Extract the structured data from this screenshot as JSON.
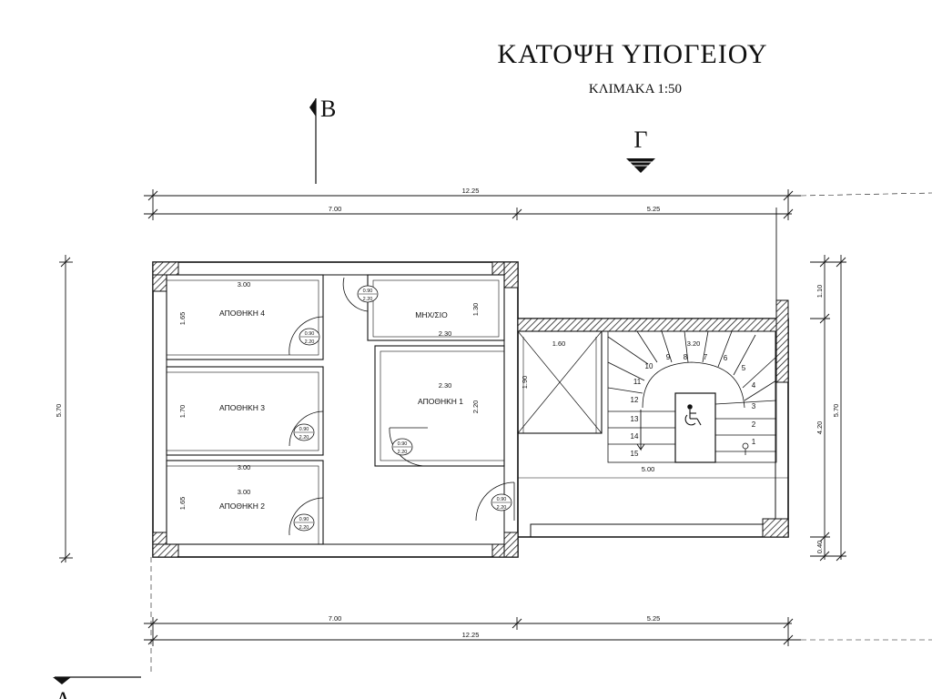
{
  "header": {
    "title": "ΚΑΤΟΨΗ ΥΠΟΓΕΙΟΥ",
    "scale": "ΚΛΙΜΑΚΑ 1:50"
  },
  "section_marks": {
    "b": "B",
    "g": "Γ",
    "a": "Α"
  },
  "dimensions": {
    "top_total": "12.25",
    "top_left": "7.00",
    "top_right": "5.25",
    "bottom_left": "7.00",
    "bottom_right": "5.25",
    "bottom_total": "12.25",
    "left_height": "5.70",
    "right_top": "1.10",
    "right_mid": "4.20",
    "right_bottom": "0.40",
    "right_total": "5.70",
    "store4_width": "3.00",
    "store4_height": "1.65",
    "store3_height": "1.70",
    "store2_width_a": "3.00",
    "store2_width_b": "3.00",
    "store2_height": "1.65",
    "mech_width": "2.30",
    "mech_height": "1.30",
    "store1_width": "2.30",
    "store1_height": "2.20",
    "shaft_width": "1.60",
    "shaft_height": "1.90",
    "stair_width": "3.20",
    "stair_run": "5.00"
  },
  "rooms": {
    "store4": "ΑΠΟΘΗΚΗ 4",
    "store3": "ΑΠΟΘΗΚΗ 3",
    "store2": "ΑΠΟΘΗΚΗ 2",
    "store1": "ΑΠΟΘΗΚΗ 1",
    "mech": "ΜΗΧ/ΣΙΟ"
  },
  "doors": {
    "mech": [
      "0.90",
      "2.20"
    ],
    "store4": [
      "0.90",
      "2.20"
    ],
    "store3": [
      "0.90",
      "2.20"
    ],
    "store1": [
      "0.90",
      "2.20"
    ],
    "store2": [
      "0.90",
      "2.20"
    ],
    "exit": [
      "0.90",
      "2.20"
    ]
  },
  "stair": {
    "steps": [
      "1",
      "2",
      "3",
      "4",
      "5",
      "6",
      "7",
      "8",
      "9",
      "10",
      "11",
      "12",
      "13",
      "14",
      "15"
    ],
    "accessibility_icon": "wheelchair-icon"
  },
  "colors": {
    "line": "#111111",
    "hatch": "#333333"
  }
}
